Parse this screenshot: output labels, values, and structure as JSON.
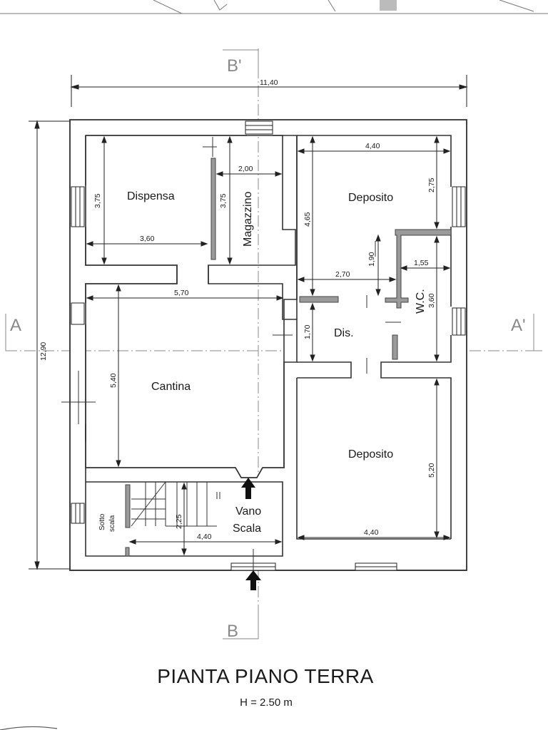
{
  "title": "PIANTA PIANO TERRA",
  "subtitle": "H = 2.50 m",
  "section_marks": {
    "b_top": "B'",
    "b_bottom": "B",
    "a_left": "A",
    "a_right": "A'"
  },
  "rooms": {
    "dispensa": "Dispensa",
    "magazzino": "Magazzino",
    "deposito_top": "Deposito",
    "wc": "W.C.",
    "dis": "Dis.",
    "cantina": "Cantina",
    "deposito_bottom": "Deposito",
    "vano": "Vano",
    "scala": "Scala",
    "sotto": "Sotto",
    "scala_small": "scala"
  },
  "dimensions": {
    "overall_width": "11,40",
    "overall_height": "12,90",
    "dispensa_height": "3,75",
    "dispensa_width": "3,60",
    "magazzino_width": "2,00",
    "magazzino_height": "3,75",
    "deposito_top_width": "4,40",
    "deposito_top_height": "2,75",
    "deposito_left_height": "4,65",
    "wc_offset": "1,90",
    "corridor_width": "2,70",
    "wc_width": "1,55",
    "wc_height": "3,60",
    "dis_height": "1,70",
    "cantina_width": "5,70",
    "cantina_height": "5,40",
    "deposito_bottom_height": "5,20",
    "deposito_bottom_width": "4,40",
    "vano_height": "2,25",
    "vano_width": "4,40"
  }
}
